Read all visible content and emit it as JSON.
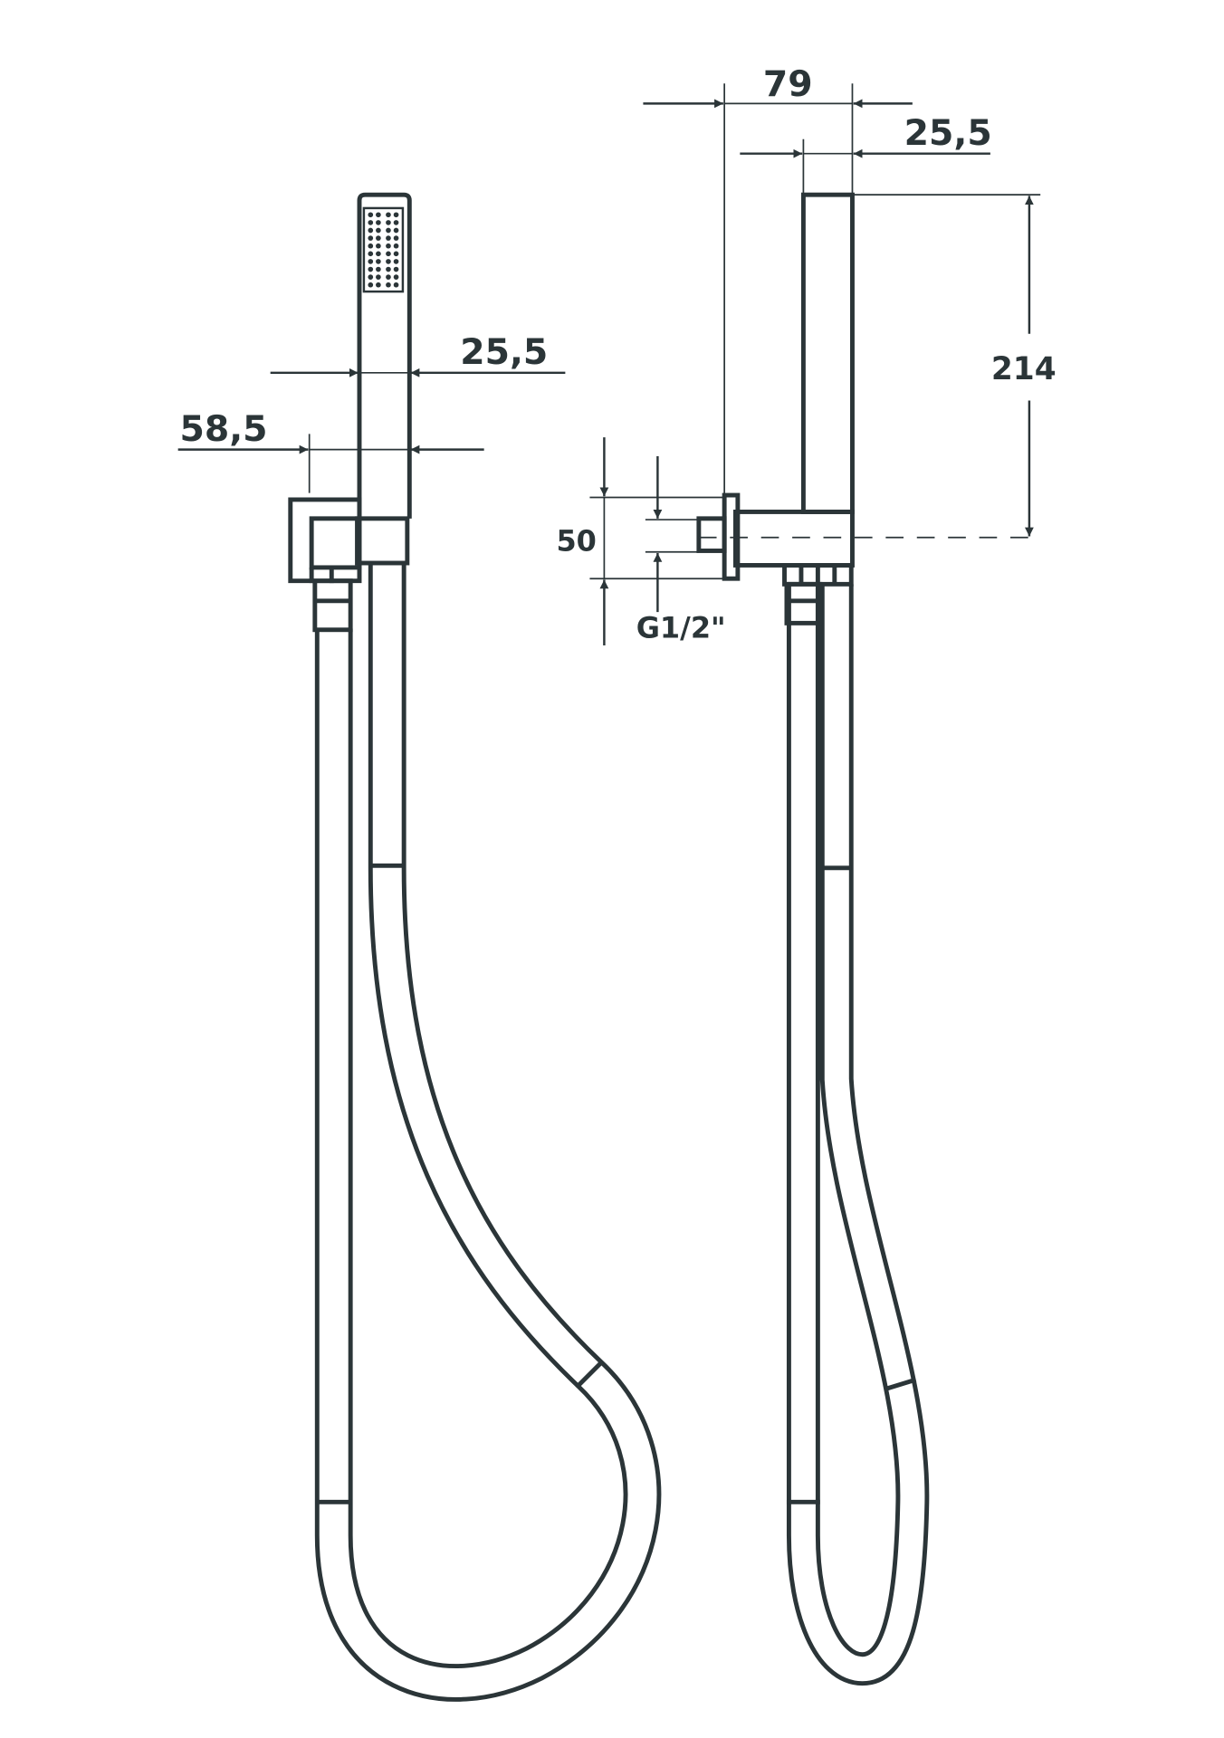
{
  "drawing": {
    "color": "#2b3538",
    "front_view": {
      "dim_handle_width": "25,5",
      "dim_projection": "58,5"
    },
    "side_view": {
      "dim_total_depth": "79",
      "dim_handle_width": "25,5",
      "dim_handle_height": "214",
      "dim_flange": "50",
      "dim_thread": "G1/2\""
    }
  }
}
